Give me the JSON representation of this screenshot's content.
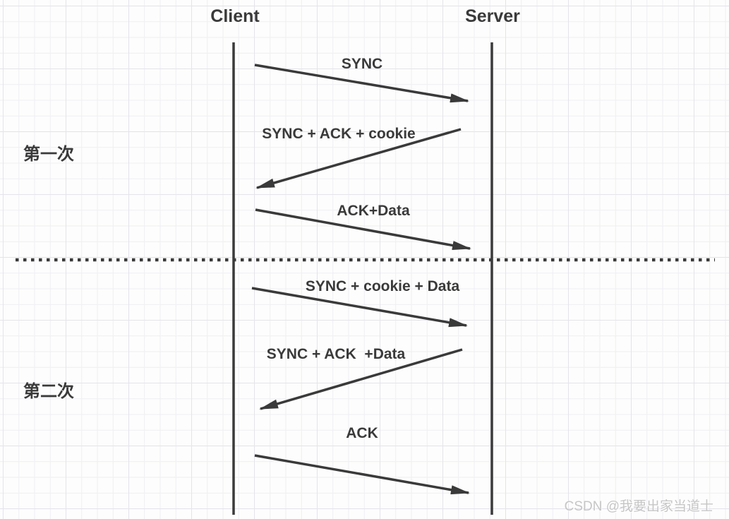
{
  "diagram": {
    "type": "sequence-diagram",
    "participants": [
      {
        "label": "Client"
      },
      {
        "label": "Server"
      }
    ],
    "phases": [
      {
        "label": "第一次"
      },
      {
        "label": "第二次"
      }
    ],
    "messages": [
      {
        "label": "SYNC",
        "from": "Client",
        "to": "Server",
        "phase": "第一次"
      },
      {
        "label": "SYNC + ACK + cookie",
        "from": "Server",
        "to": "Client",
        "phase": "第一次"
      },
      {
        "label": "ACK+Data",
        "from": "Client",
        "to": "Server",
        "phase": "第一次"
      },
      {
        "label": "SYNC + cookie + Data",
        "from": "Client",
        "to": "Server",
        "phase": "第二次"
      },
      {
        "label": "SYNC + ACK  +Data",
        "from": "Server",
        "to": "Client",
        "phase": "第二次"
      },
      {
        "label": "ACK",
        "from": "Client",
        "to": "Server",
        "phase": "第二次"
      }
    ],
    "divider": {
      "style": "dotted"
    },
    "watermark": "CSDN @我要出家当道士",
    "colors": {
      "ink": "#3a3a3a",
      "watermark": "#c6c6c6",
      "grid_minor": "#efeff3",
      "grid_major": "#e4e4ea",
      "background": "#fdfdfd"
    }
  }
}
